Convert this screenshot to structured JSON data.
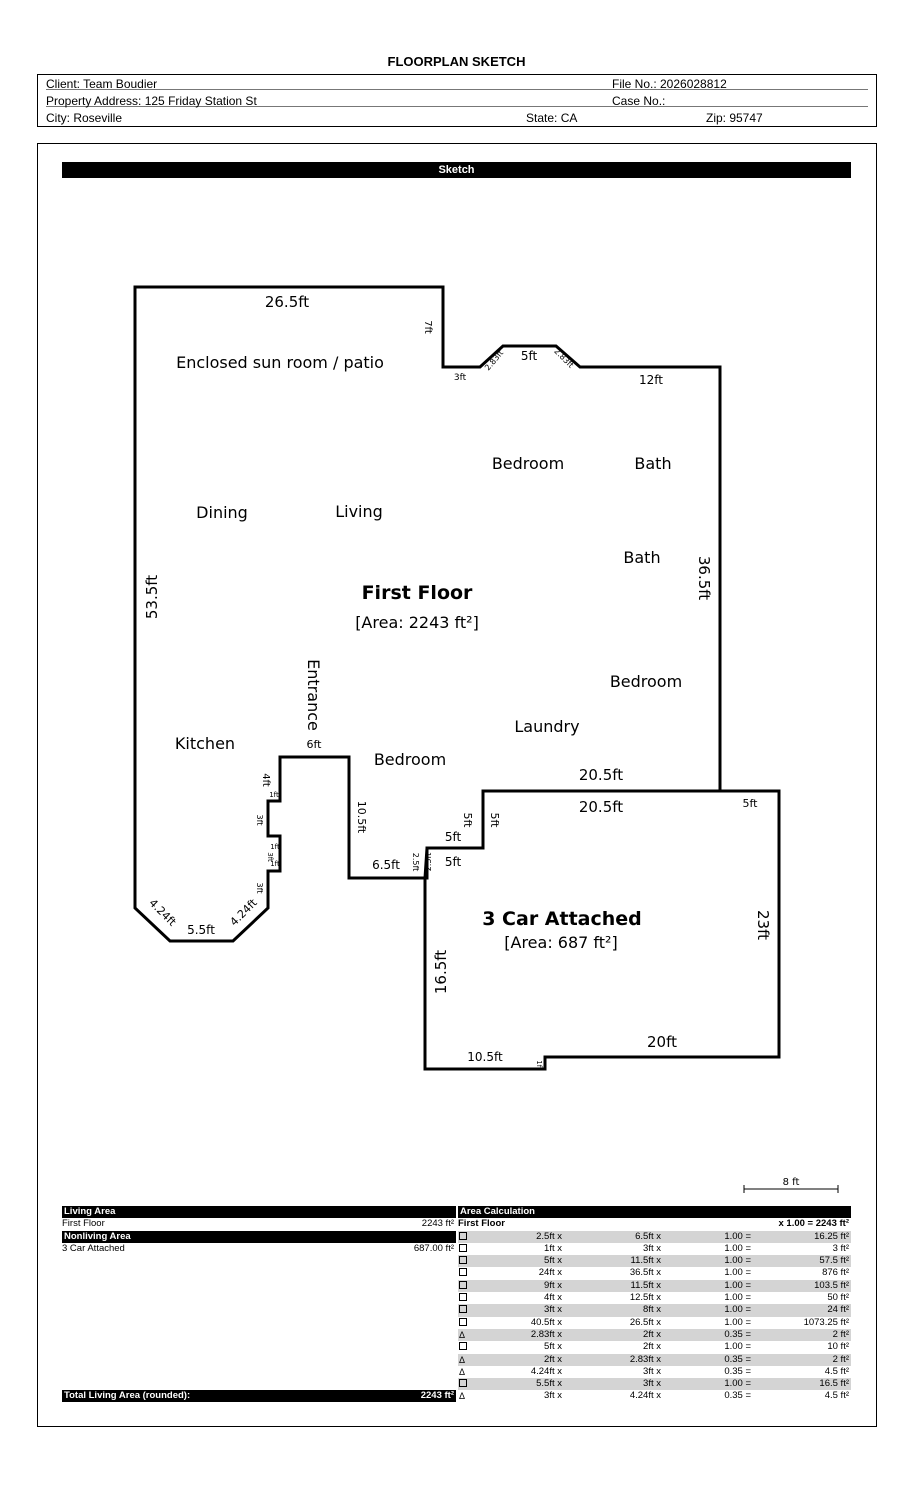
{
  "title": "FLOORPLAN SKETCH",
  "header": {
    "client": "Client:   Team Boudier",
    "file_no": "File No.:   2026028812",
    "address": "Property Address: 125 Friday Station St",
    "case_no": "Case No.:",
    "city": "City: Roseville",
    "state": "State: CA",
    "zip": "Zip: 95747"
  },
  "sketch": {
    "bar_label": "Sketch",
    "scale_label": "8 ft",
    "labels": [
      "26.5ft",
      "7ft",
      "Enclosed sun room / patio",
      "3ft",
      "2.83ft",
      "5ft",
      "2.83ft",
      "12ft",
      "Bedroom",
      "Bath",
      "Dining",
      "Living",
      "Bath",
      "36.5ft",
      "53.5ft",
      "First Floor",
      "[Area: 2243 ft²]",
      "Entrance",
      "Bedroom",
      "Laundry",
      "Kitchen",
      "6ft",
      "Bedroom",
      "20.5ft",
      "4ft",
      "1ft",
      "20.5ft",
      "5ft",
      "10.5ft",
      "5ft",
      "5ft",
      "3ft",
      "5ft",
      "6.5ft",
      "2.5ft",
      "2.5ft",
      "5ft",
      "1ft",
      "3ft",
      "1ft",
      "3ft",
      "4.24ft",
      "5.5ft",
      "4.24ft",
      "3 Car Attached",
      "[Area: 687 ft²]",
      "23ft",
      "16.5ft",
      "20ft",
      "10.5ft",
      "1ft"
    ]
  },
  "summary": {
    "living_header": "Living Area",
    "living": [
      {
        "name": "First Floor",
        "area": "2243 ft²"
      }
    ],
    "nonliving_header": "Nonliving Area",
    "nonliving": [
      {
        "name": "3 Car Attached",
        "area": "687.00 ft²"
      }
    ],
    "total_label": "Total Living Area (rounded):",
    "total_value": "2243 ft²"
  },
  "calc": {
    "header": "Area Calculation",
    "floor": "First Floor",
    "floor_total": "x 1.00 = 2243 ft²",
    "rows": [
      {
        "shape": "rect",
        "a": "2.5ft x",
        "b": "6.5ft x",
        "f": "1.00 =",
        "r": "16.25 ft²"
      },
      {
        "shape": "rect",
        "a": "1ft x",
        "b": "3ft x",
        "f": "1.00 =",
        "r": "3 ft²"
      },
      {
        "shape": "rect",
        "a": "5ft x",
        "b": "11.5ft x",
        "f": "1.00 =",
        "r": "57.5 ft²"
      },
      {
        "shape": "rect",
        "a": "24ft x",
        "b": "36.5ft x",
        "f": "1.00 =",
        "r": "876 ft²"
      },
      {
        "shape": "rect",
        "a": "9ft x",
        "b": "11.5ft x",
        "f": "1.00 =",
        "r": "103.5 ft²"
      },
      {
        "shape": "rect",
        "a": "4ft x",
        "b": "12.5ft x",
        "f": "1.00 =",
        "r": "50 ft²"
      },
      {
        "shape": "rect",
        "a": "3ft x",
        "b": "8ft x",
        "f": "1.00 =",
        "r": "24 ft²"
      },
      {
        "shape": "rect",
        "a": "40.5ft x",
        "b": "26.5ft x",
        "f": "1.00 =",
        "r": "1073.25 ft²"
      },
      {
        "shape": "tri",
        "a": "2.83ft x",
        "b": "2ft x",
        "f": "0.35 =",
        "r": "2 ft²"
      },
      {
        "shape": "rect",
        "a": "5ft x",
        "b": "2ft x",
        "f": "1.00 =",
        "r": "10 ft²"
      },
      {
        "shape": "tri",
        "a": "2ft x",
        "b": "2.83ft x",
        "f": "0.35 =",
        "r": "2 ft²"
      },
      {
        "shape": "tri",
        "a": "4.24ft x",
        "b": "3ft x",
        "f": "0.35 =",
        "r": "4.5 ft²"
      },
      {
        "shape": "rect",
        "a": "5.5ft x",
        "b": "3ft x",
        "f": "1.00 =",
        "r": "16.5 ft²"
      },
      {
        "shape": "tri",
        "a": "3ft x",
        "b": "4.24ft x",
        "f": "0.35 =",
        "r": "4.5 ft²"
      }
    ]
  }
}
